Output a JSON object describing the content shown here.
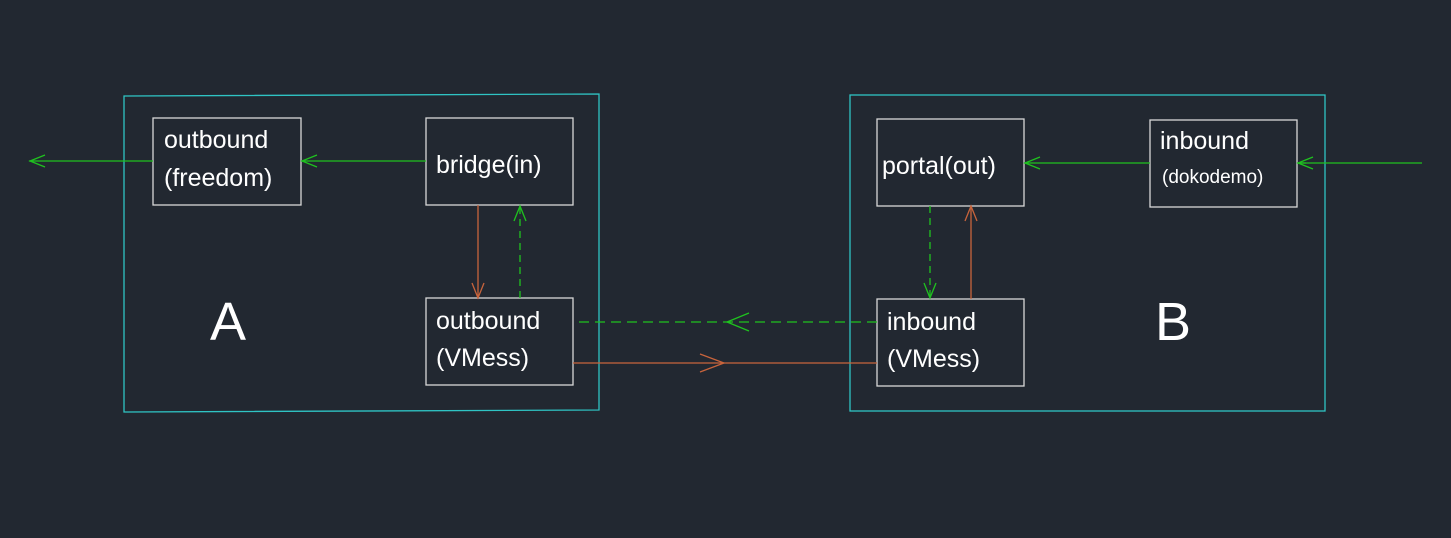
{
  "colors": {
    "background": "#222831",
    "container_border": "#2fc4c4",
    "box_border": "#d8d8d8",
    "green_flow": "#1fc21f",
    "orange_flow": "#c8643c",
    "text": "#ffffff"
  },
  "node_a": {
    "label": "A",
    "outbound_freedom": {
      "line1": "outbound",
      "line2": "(freedom)"
    },
    "bridge": {
      "label": "bridge(in)"
    },
    "outbound_vmess": {
      "line1": "outbound",
      "line2": "(VMess)"
    }
  },
  "node_b": {
    "label": "B",
    "portal": {
      "label": "portal(out)"
    },
    "inbound_dokodemo": {
      "line1": "inbound",
      "line2": "(dokodemo)"
    },
    "inbound_vmess": {
      "line1": "inbound",
      "line2": "(VMess)"
    }
  }
}
